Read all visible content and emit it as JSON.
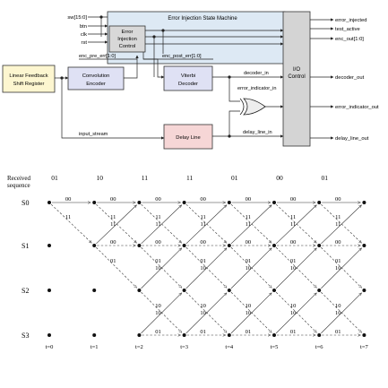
{
  "block_diagram": {
    "inputs": [
      "sw[15:0]",
      "btn",
      "clk",
      "rst"
    ],
    "fsm_title": "Error Injection State Machine",
    "error_injection_control": [
      "Error",
      "Injection",
      "Control"
    ],
    "lfsr": [
      "Linear Feedback",
      "Shift Register"
    ],
    "conv_encoder": [
      "Convolution",
      "Encoder"
    ],
    "viterbi_decoder": [
      "Viterbi",
      "Decoder"
    ],
    "delay_line": "Delay Line",
    "io_control": [
      "I/O",
      "Control"
    ],
    "enc_pre_err": "enc_pre_err[1:0]",
    "enc_post_err": "enc_post_err[1:0]",
    "decoder_in": "decoder_in",
    "error_indicator_in": "error_indicator_in",
    "delay_line_in": "delay_line_in",
    "input_stream": "input_stream",
    "outputs_top": [
      "error_injected",
      "test_active",
      "enc_out[1:0]"
    ],
    "decoder_out": "decoder_out",
    "error_indicator_out": "error_indicator_out",
    "delay_line_out": "delay_line_out",
    "colors": {
      "fsm_fill": "#dde9f4",
      "io_fill": "#d4d4d4",
      "lfsr_fill": "#fdf6d0",
      "encoder_fill": "#dfe1f4",
      "delay_fill": "#f6d6d6",
      "eic_fill": "#d8d8d8"
    }
  },
  "trellis": {
    "received_label": [
      "Received",
      "sequence"
    ],
    "received_sequence": [
      "01",
      "10",
      "11",
      "11",
      "01",
      "00",
      "01"
    ],
    "states": [
      "S0",
      "S1",
      "S2",
      "S3"
    ],
    "time_labels": [
      "t=0",
      "t=1",
      "t=2",
      "t=3",
      "t=4",
      "t=5",
      "t=6",
      "t=7"
    ],
    "branch_labels": {
      "s0_to_s0": "00",
      "s0_to_s1": "11",
      "s1_to_s0": "11",
      "s1_to_s1": "00",
      "s1_to_s2": "01",
      "s2_to_s1": "10",
      "s3_to_s2": "10",
      "s3_to_s3": "01"
    }
  }
}
